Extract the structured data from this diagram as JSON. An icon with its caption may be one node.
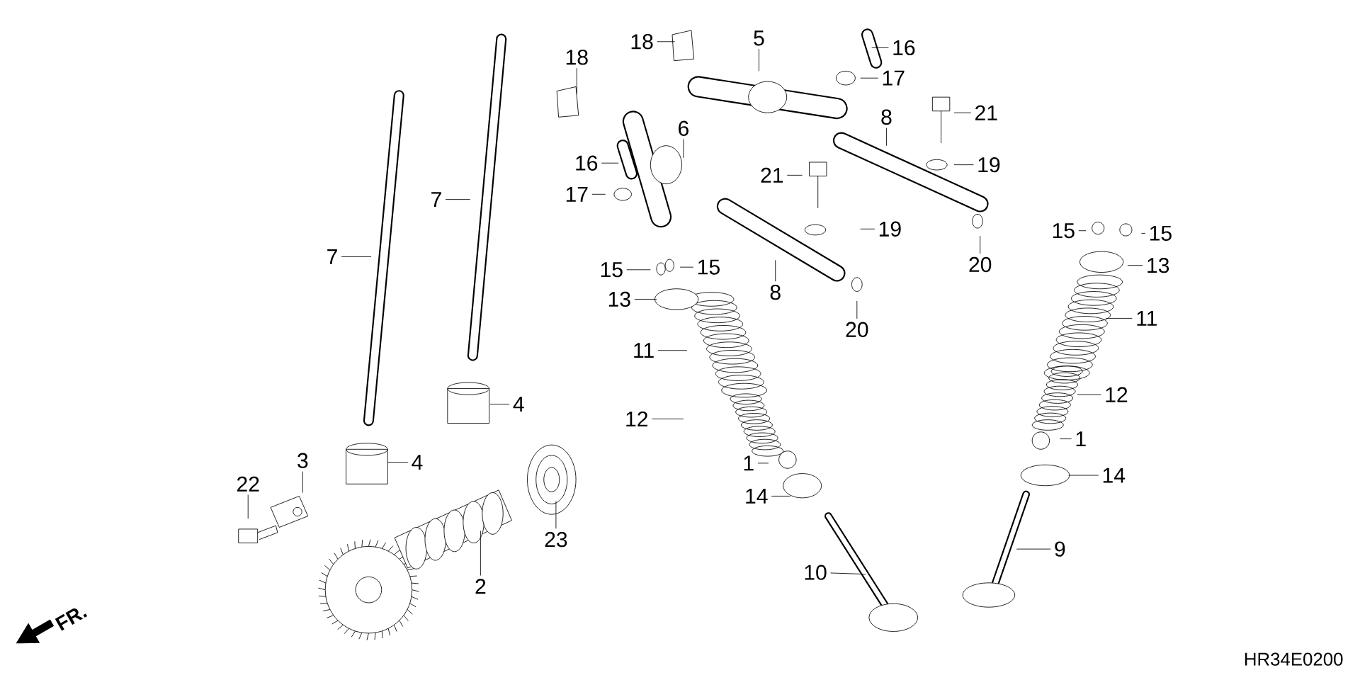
{
  "diagram": {
    "nodes": [
      {
        "text": [
          "18"
        ]
      },
      {
        "text": [
          "18"
        ]
      },
      {
        "text": [
          "5"
        ]
      },
      {
        "text": [
          "16"
        ]
      },
      {
        "text": [
          "17"
        ]
      },
      {
        "text": [
          "21"
        ]
      },
      {
        "text": [
          "8"
        ]
      },
      {
        "text": [
          "6"
        ]
      },
      {
        "text": [
          "16"
        ]
      },
      {
        "text": [
          "17"
        ]
      },
      {
        "text": [
          "7"
        ]
      },
      {
        "text": [
          "21"
        ]
      },
      {
        "text": [
          "19"
        ]
      },
      {
        "text": [
          "7"
        ]
      },
      {
        "text": [
          "19"
        ]
      },
      {
        "text": [
          "20"
        ]
      },
      {
        "text": [
          "15"
        ]
      },
      {
        "text": [
          "15"
        ]
      },
      {
        "text": [
          "15"
        ]
      },
      {
        "text": [
          "15"
        ]
      },
      {
        "text": [
          "13"
        ]
      },
      {
        "text": [
          "8"
        ]
      },
      {
        "text": [
          "13"
        ]
      },
      {
        "text": [
          "20"
        ]
      },
      {
        "text": [
          "11"
        ]
      },
      {
        "text": [
          "11"
        ]
      },
      {
        "text": [
          "4"
        ]
      },
      {
        "text": [
          "12"
        ]
      },
      {
        "text": [
          "12"
        ]
      },
      {
        "text": [
          "3"
        ]
      },
      {
        "text": [
          "4"
        ]
      },
      {
        "text": [
          "1"
        ]
      },
      {
        "text": [
          "1"
        ]
      },
      {
        "text": [
          "14"
        ]
      },
      {
        "text": [
          "22"
        ]
      },
      {
        "text": [
          "14"
        ]
      },
      {
        "text": [
          "23"
        ]
      },
      {
        "text": [
          "9"
        ]
      },
      {
        "text": [
          "2"
        ]
      },
      {
        "text": [
          "10"
        ]
      }
    ],
    "edges": [
      {
        "from": 0,
        "to": null,
        "arrow": "none"
      },
      {
        "from": 1,
        "to": null,
        "arrow": "none"
      },
      {
        "from": 2,
        "to": null,
        "arrow": "none"
      },
      {
        "from": 3,
        "to": null,
        "arrow": "none"
      },
      {
        "from": 4,
        "to": null,
        "arrow": "none"
      },
      {
        "from": 5,
        "to": null,
        "arrow": "none"
      },
      {
        "from": 6,
        "to": null,
        "arrow": "none"
      },
      {
        "from": 7,
        "to": null,
        "arrow": "none"
      },
      {
        "from": 8,
        "to": null,
        "arrow": "none"
      },
      {
        "from": 9,
        "to": null,
        "arrow": "none"
      },
      {
        "from": 10,
        "to": null,
        "arrow": "none"
      },
      {
        "from": 11,
        "to": null,
        "arrow": "none"
      },
      {
        "from": 12,
        "to": null,
        "arrow": "none"
      },
      {
        "from": 13,
        "to": null,
        "arrow": "none"
      },
      {
        "from": 14,
        "to": null,
        "arrow": "none"
      },
      {
        "from": 15,
        "to": null,
        "arrow": "none"
      },
      {
        "from": 16,
        "to": null,
        "arrow": "none"
      },
      {
        "from": 17,
        "to": null,
        "arrow": "none"
      },
      {
        "from": 18,
        "to": null,
        "arrow": "none"
      },
      {
        "from": 19,
        "to": null,
        "arrow": "none"
      },
      {
        "from": 20,
        "to": null,
        "arrow": "none"
      },
      {
        "from": 21,
        "to": null,
        "arrow": "none"
      },
      {
        "from": 22,
        "to": null,
        "arrow": "none"
      },
      {
        "from": 23,
        "to": null,
        "arrow": "none"
      },
      {
        "from": 24,
        "to": null,
        "arrow": "none"
      },
      {
        "from": 25,
        "to": null,
        "arrow": "none"
      },
      {
        "from": 26,
        "to": null,
        "arrow": "none"
      },
      {
        "from": 27,
        "to": null,
        "arrow": "none"
      },
      {
        "from": 28,
        "to": null,
        "arrow": "none"
      },
      {
        "from": 29,
        "to": null,
        "arrow": "none"
      },
      {
        "from": 30,
        "to": null,
        "arrow": "none"
      },
      {
        "from": 31,
        "to": null,
        "arrow": "none"
      },
      {
        "from": 32,
        "to": null,
        "arrow": "none"
      },
      {
        "from": 33,
        "to": null,
        "arrow": "none"
      },
      {
        "from": 34,
        "to": null,
        "arrow": "none"
      },
      {
        "from": 35,
        "to": null,
        "arrow": "none"
      },
      {
        "from": 36,
        "to": null,
        "arrow": "none"
      },
      {
        "from": 37,
        "to": null,
        "arrow": "none"
      },
      {
        "from": 38,
        "to": null,
        "arrow": "none"
      },
      {
        "from": 39,
        "to": null,
        "arrow": "none"
      }
    ],
    "labels": [
      "FR.",
      "HR34E0200"
    ]
  }
}
